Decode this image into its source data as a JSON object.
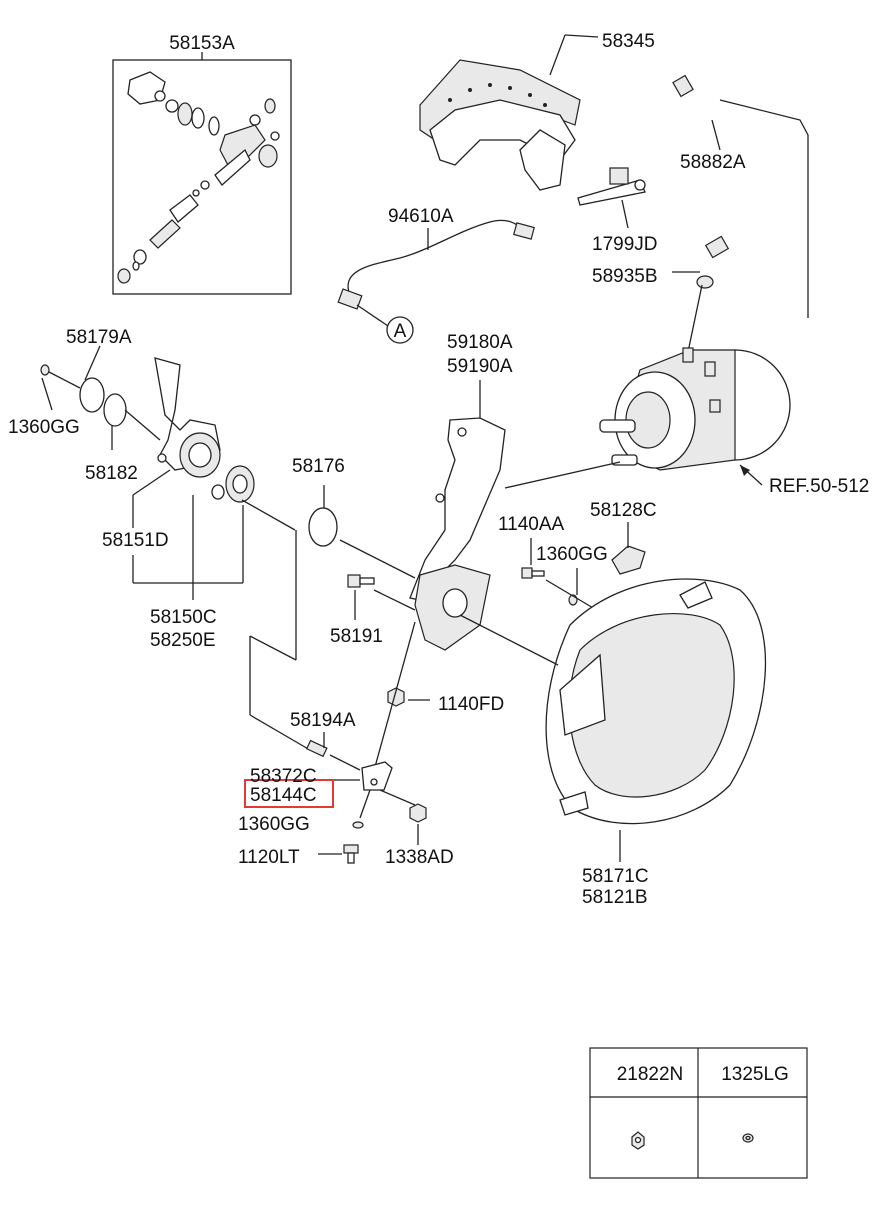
{
  "parts": {
    "p58153A": "58153A",
    "p58345": "58345",
    "p58882A": "58882A",
    "p94610A": "94610A",
    "p1799JD": "1799JD",
    "p58935B": "58935B",
    "ref_A": "A",
    "p58179A": "58179A",
    "p1360GG_a": "1360GG",
    "p58182": "58182",
    "p59180A": "59180A",
    "p59190A": "59190A",
    "p58176": "58176",
    "pREF50512": "REF.50-512",
    "p58151D": "58151D",
    "p1140AA": "1140AA",
    "p58128C": "58128C",
    "p1360GG_b": "1360GG",
    "p58150C": "58150C",
    "p58250E": "58250E",
    "p58191": "58191",
    "p1140FD": "1140FD",
    "p58194A": "58194A",
    "p58372C": "58372C",
    "p58144C": "58144C",
    "p1360GG_c": "1360GG",
    "p1120LT": "1120LT",
    "p1338AD": "1338AD",
    "p58171C": "58171C",
    "p58121B": "58121B"
  },
  "highlighted_part": "58144C",
  "highlight_color": "#e53935",
  "table": {
    "headers": [
      "21822N",
      "1325LG"
    ],
    "icons": [
      "nut-icon",
      "washer-icon"
    ]
  }
}
